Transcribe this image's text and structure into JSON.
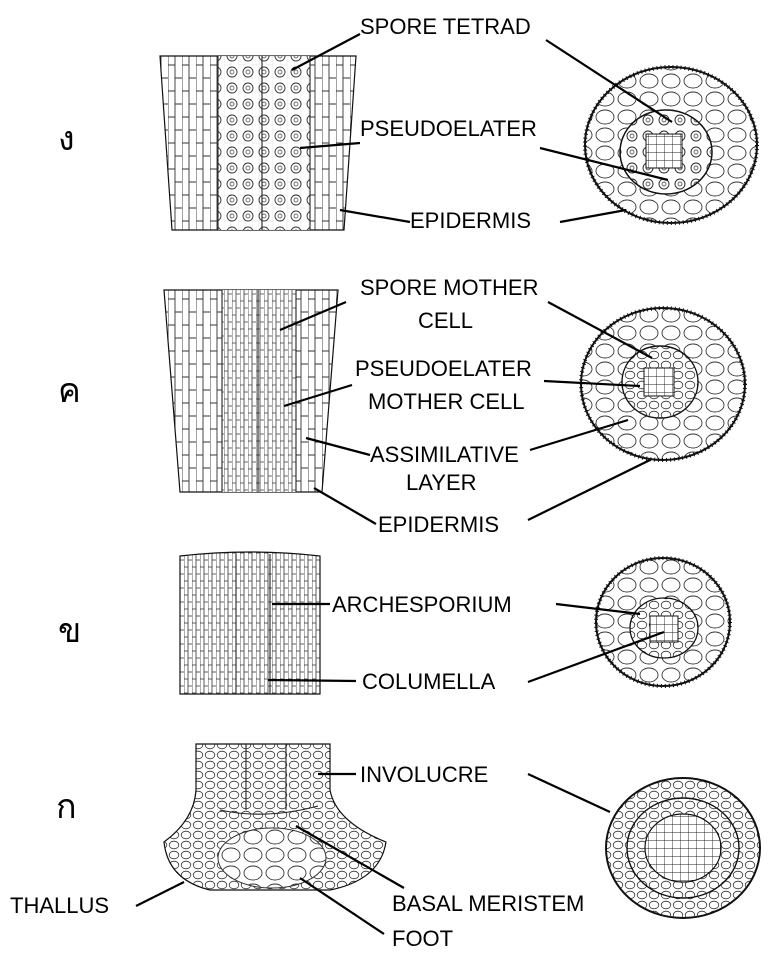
{
  "stages": [
    {
      "marker": "ง",
      "labels": {
        "spore_tetrad": "SPORE TETRAD",
        "pseudoelater": "PSEUDOELATER",
        "epidermis": "EPIDERMIS"
      }
    },
    {
      "marker": "ค",
      "labels": {
        "spore_mother_cell_1": "SPORE MOTHER",
        "spore_mother_cell_2": "CELL",
        "pseudoelater_mother_cell_1": "PSEUDOELATER",
        "pseudoelater_mother_cell_2": "MOTHER CELL",
        "assimilative_layer_1": "ASSIMILATIVE",
        "assimilative_layer_2": "LAYER",
        "epidermis": "EPIDERMIS"
      }
    },
    {
      "marker": "ข",
      "labels": {
        "archesporium": "ARCHESPORIUM",
        "columella": "COLUMELLA"
      }
    },
    {
      "marker": "ก",
      "labels": {
        "involucre": "INVOLUCRE",
        "thallus": "THALLUS",
        "basal_meristem": "BASAL MERISTEM",
        "foot": "FOOT"
      }
    }
  ]
}
